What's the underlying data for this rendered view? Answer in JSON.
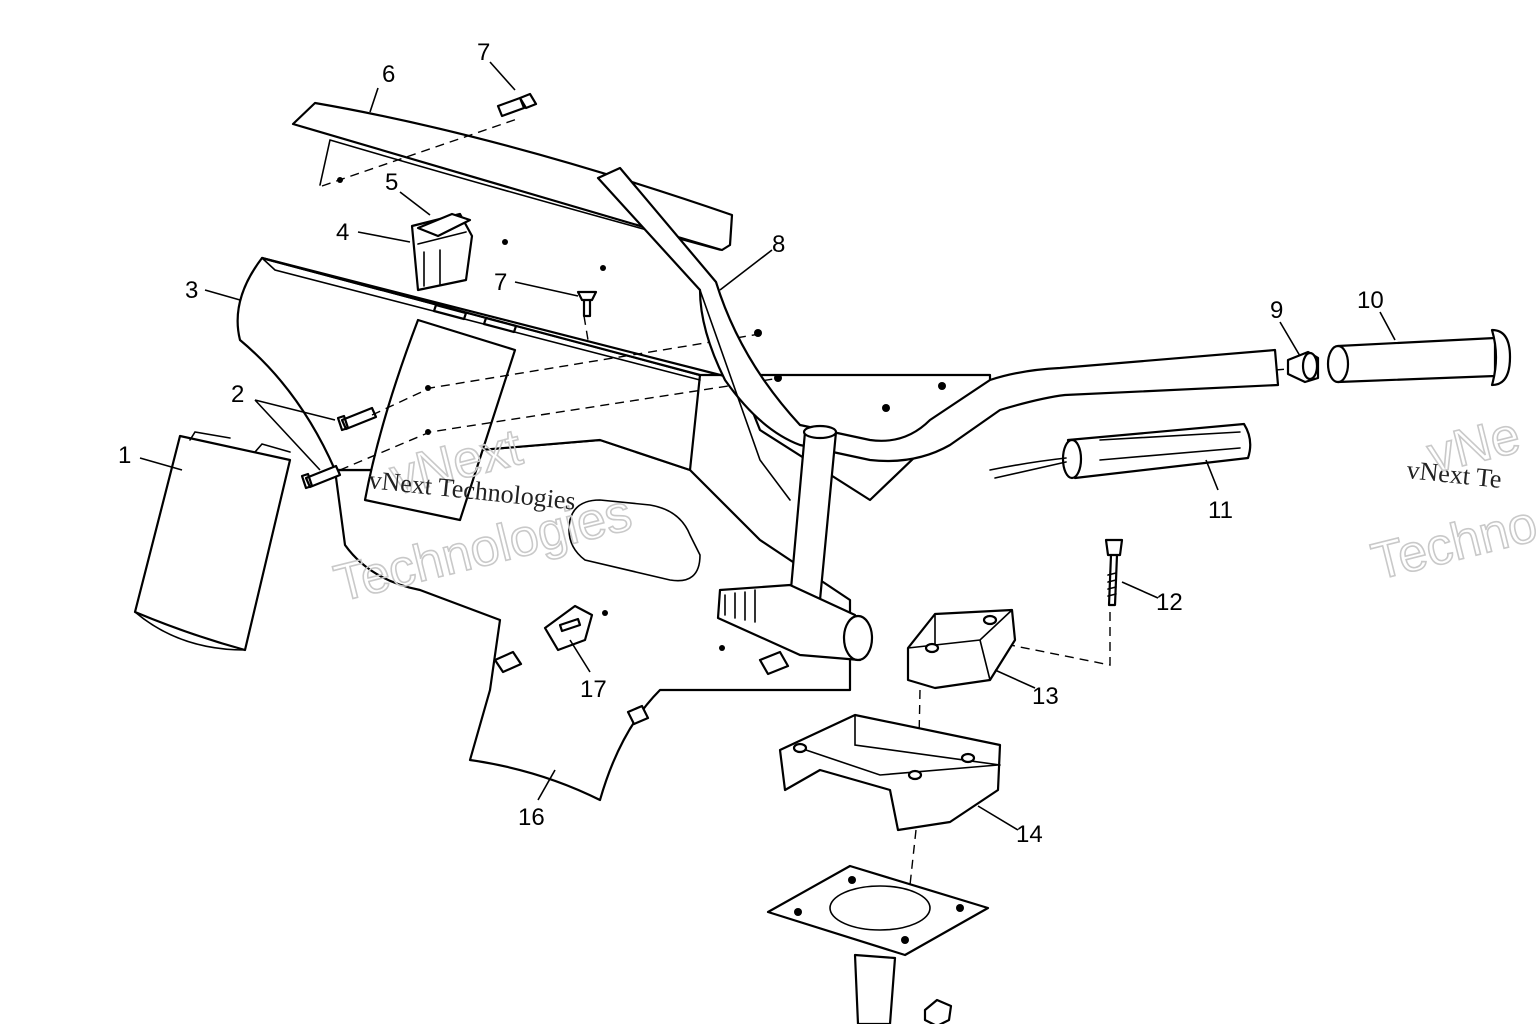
{
  "watermark": {
    "line1": "vNext",
    "line2": "Technologies",
    "inline": "vNext Technologies",
    "right_inline": "vNext Te",
    "right_big1": "vNe",
    "right_big2": "Techno"
  },
  "callouts": [
    {
      "id": "c1",
      "label": "1"
    },
    {
      "id": "c2",
      "label": "2"
    },
    {
      "id": "c3",
      "label": "3"
    },
    {
      "id": "c4",
      "label": "4"
    },
    {
      "id": "c5",
      "label": "5"
    },
    {
      "id": "c6",
      "label": "6"
    },
    {
      "id": "c7a",
      "label": "7"
    },
    {
      "id": "c7b",
      "label": "7"
    },
    {
      "id": "c8",
      "label": "8"
    },
    {
      "id": "c9",
      "label": "9"
    },
    {
      "id": "c10",
      "label": "10"
    },
    {
      "id": "c11",
      "label": "11"
    },
    {
      "id": "c12",
      "label": "12"
    },
    {
      "id": "c13",
      "label": "13"
    },
    {
      "id": "c14",
      "label": "14"
    },
    {
      "id": "c16",
      "label": "16"
    },
    {
      "id": "c17",
      "label": "17"
    }
  ]
}
